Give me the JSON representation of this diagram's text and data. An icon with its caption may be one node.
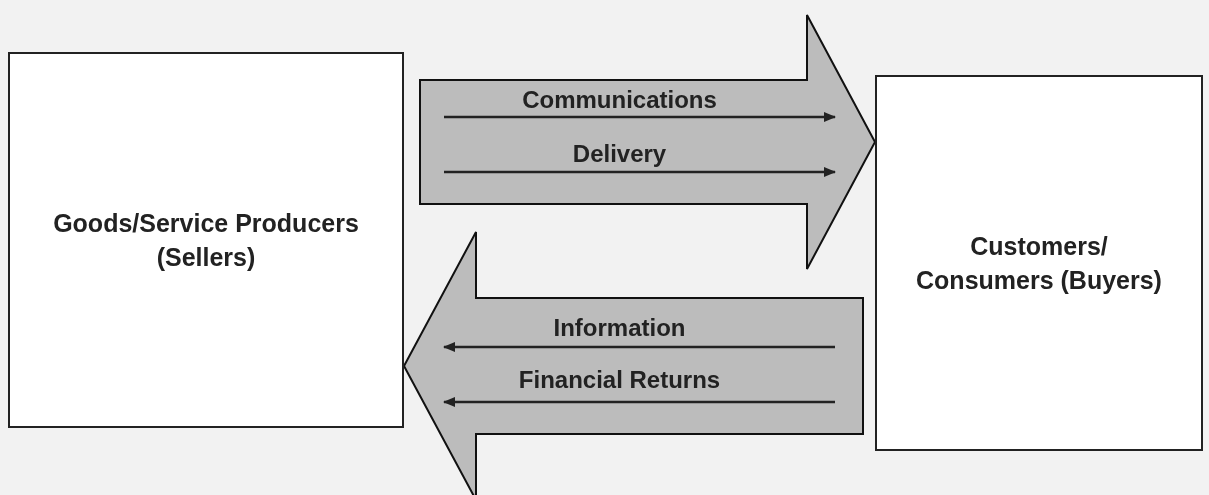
{
  "diagram": {
    "nodes": [
      {
        "text": [
          "Goods/Service Producers (Sellers)"
        ]
      },
      {
        "text": [
          "Customers/ Consumers (Buyers)"
        ]
      }
    ],
    "edges": [
      {
        "from": 0,
        "to": 1,
        "arrow": "to",
        "style": "thick"
      },
      {
        "from": 0,
        "to": 1,
        "arrow": "to",
        "label": "Communications"
      },
      {
        "from": 0,
        "to": 1,
        "arrow": "to",
        "label": "Delivery"
      },
      {
        "from": 1,
        "to": 0,
        "arrow": "to",
        "style": "thick"
      },
      {
        "from": 1,
        "to": 0,
        "arrow": "to",
        "label": "Information"
      },
      {
        "from": 1,
        "to": 0,
        "arrow": "to",
        "label": "Financial Returns"
      }
    ]
  }
}
